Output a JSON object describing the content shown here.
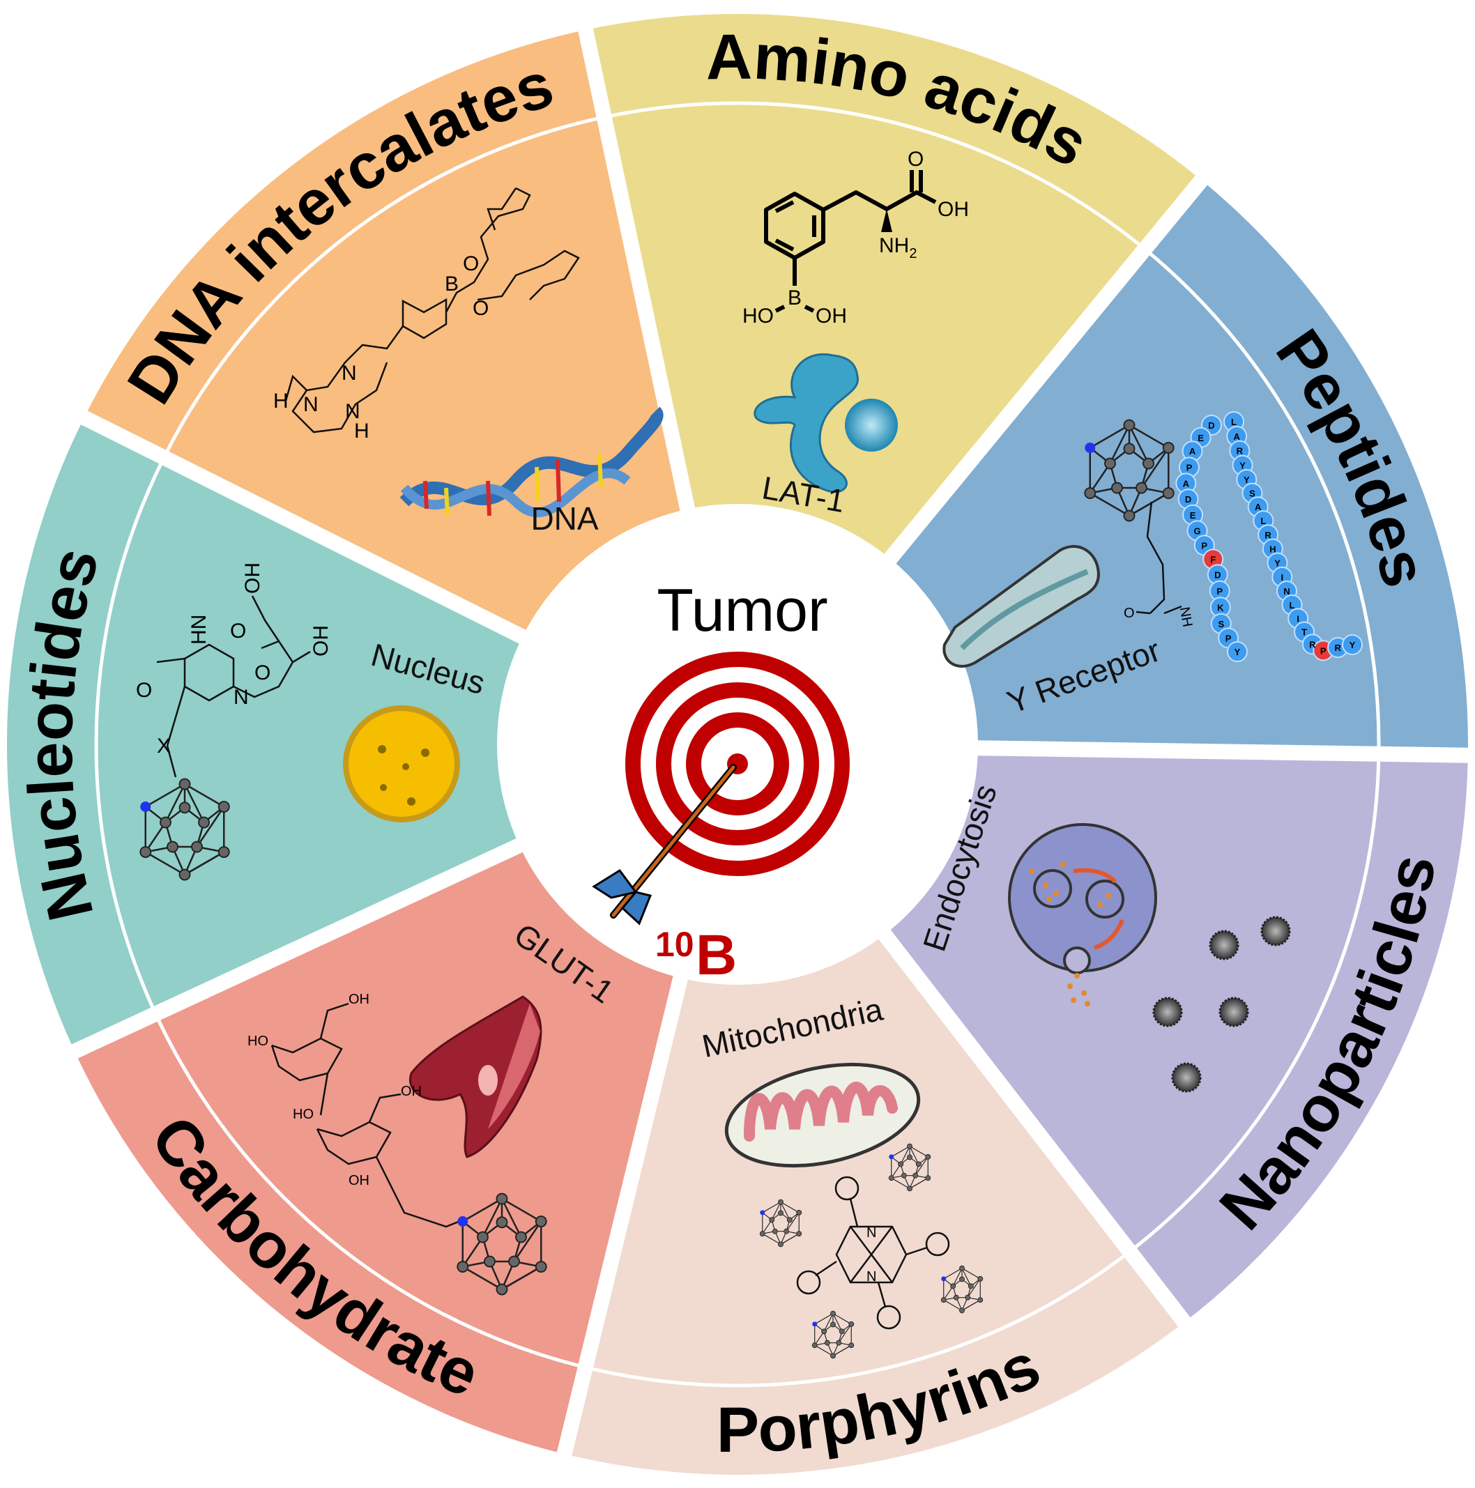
{
  "center": {
    "title": "Tumor",
    "isotope_mass": "10",
    "isotope_symbol": "B"
  },
  "colors": {
    "target_red": "#C00000",
    "dart_blue": "#3A7CC4",
    "dart_shaft": "#C8651B"
  },
  "sectors": [
    {
      "label": "Amino acids",
      "color": "#EBDB8C"
    },
    {
      "label": "Peptides",
      "color": "#82AED2"
    },
    {
      "label": "Nanoparticles",
      "color": "#B9B6DA"
    },
    {
      "label": "Porphyrins",
      "color": "#F1DAD0"
    },
    {
      "label": "Carbohydrate",
      "color": "#EE9A8D"
    },
    {
      "label": "Nucleotides",
      "color": "#91CFC8"
    },
    {
      "label": "DNA intercalates",
      "color": "#F9BD80"
    }
  ],
  "illustrations": {
    "dna": "DNA",
    "lat1": "LAT-1",
    "y_receptor": "Y Receptor",
    "nucleus": "Nucleus",
    "glut1": "GLUT-1",
    "mitochondria": "Mitochondria",
    "endocytosis": "Endocytosis"
  },
  "chem": {
    "amino": {
      "o": "O",
      "oh": "OH",
      "nh2_n": "NH",
      "nh2_sub": "2",
      "b": "B",
      "ho": "HO",
      "oh2": "OH"
    },
    "dna_mol": {
      "b": "B",
      "o1": "O",
      "o2": "O",
      "n1": "N",
      "n2": "N",
      "n3": "N",
      "h1": "H",
      "h2": "H"
    },
    "nucleotide": {
      "hn": "HN",
      "o1": "O",
      "o2": "O",
      "n": "N",
      "o3": "O",
      "oh1": "OH",
      "oh2": "OH",
      "x": "X"
    },
    "peptide": {
      "o": "O",
      "nh": "NH"
    },
    "sugar": {
      "oh": "OH",
      "ho": "HO"
    },
    "porphyrin": {
      "n": "N"
    }
  },
  "peptides": {
    "left_strand": [
      "D",
      "E",
      "A",
      "P",
      "A",
      "D",
      "E",
      "G",
      "P",
      "F",
      "D",
      "P",
      "K",
      "S",
      "P",
      "Y"
    ],
    "right_strand": [
      "L",
      "A",
      "R",
      "Y",
      "Y",
      "S",
      "A",
      "L",
      "R",
      "H",
      "Y",
      "I",
      "N",
      "L",
      "I",
      "T",
      "R",
      "P",
      "R",
      "Y"
    ]
  }
}
